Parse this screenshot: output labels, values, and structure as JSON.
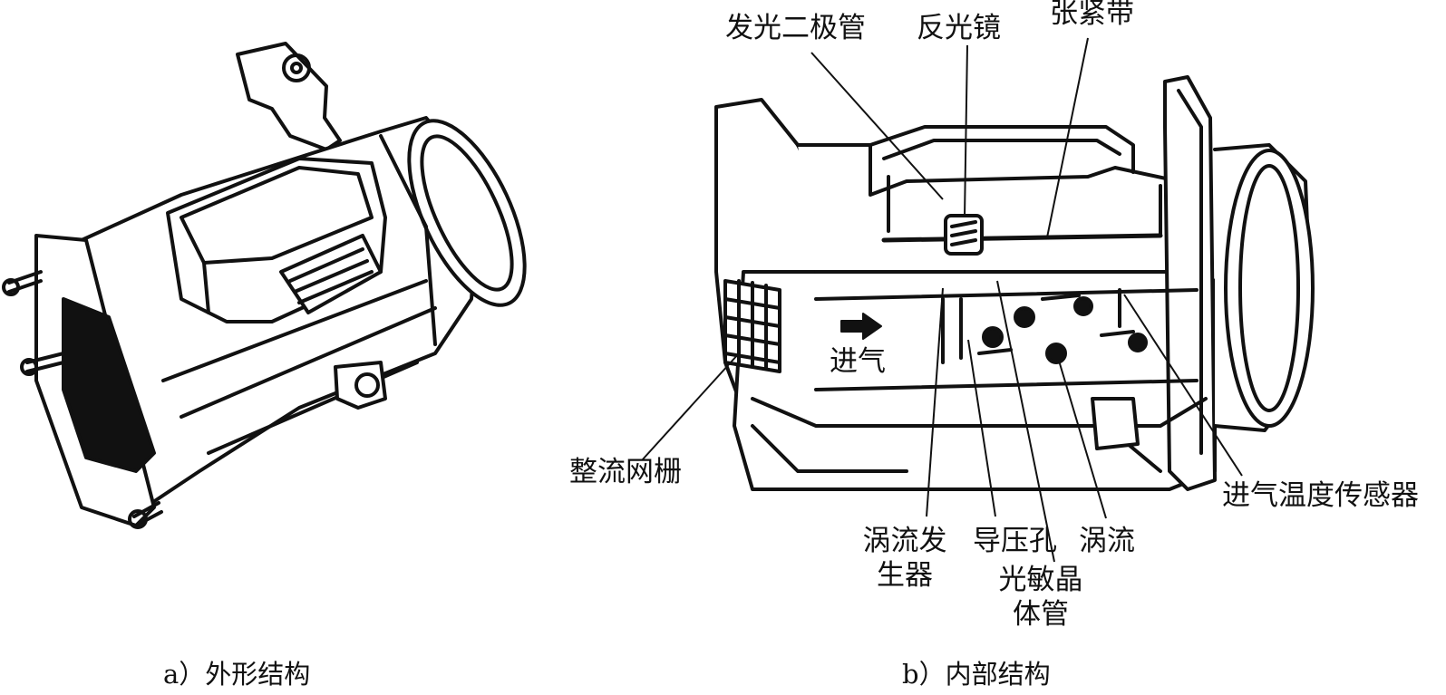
{
  "figure": {
    "panel_a_caption": "a）外形结构",
    "panel_b_caption": "b）内部结构"
  },
  "labels": {
    "led": "发光二极管",
    "reflector": "反光镜",
    "tension_band": "张紧带",
    "rectifier_grid": "整流网栅",
    "intake": "进气",
    "vortex_gen_line1": "涡流发",
    "vortex_gen_line2": "生器",
    "pressure_hole": "导压孔",
    "phototransistor_line1": "光敏晶",
    "phototransistor_line2": "体管",
    "vortex": "涡流",
    "intake_temp_sensor": "进气温度传感器"
  }
}
